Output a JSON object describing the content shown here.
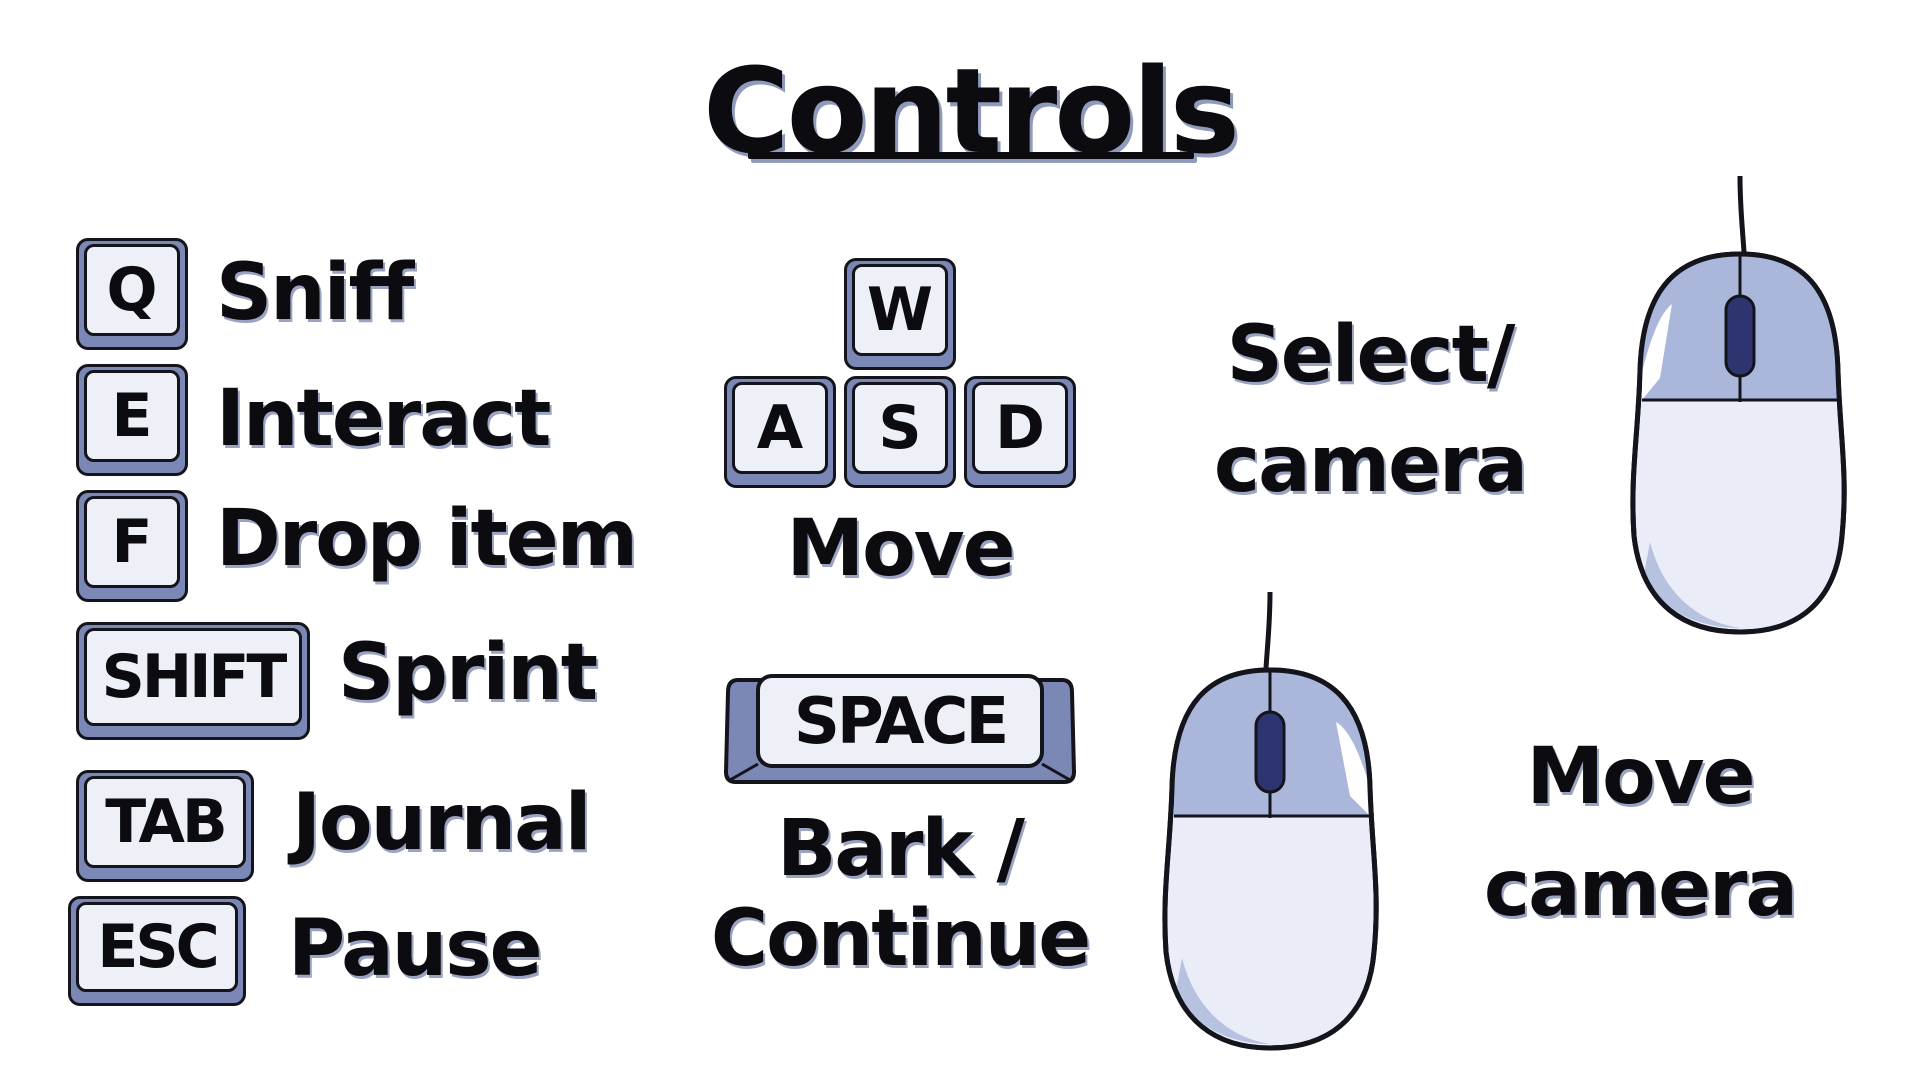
{
  "title": "Controls",
  "keyboard_bindings": [
    {
      "key": "Q",
      "action": "Sniff"
    },
    {
      "key": "E",
      "action": "Interact"
    },
    {
      "key": "F",
      "action": "Drop item"
    },
    {
      "key": "SHIFT",
      "action": "Sprint"
    },
    {
      "key": "TAB",
      "action": "Journal"
    },
    {
      "key": "ESC",
      "action": "Pause"
    }
  ],
  "movement": {
    "keys": [
      "W",
      "A",
      "S",
      "D"
    ],
    "action": "Move"
  },
  "space": {
    "key": "SPACE",
    "action_line1": "Bark /",
    "action_line2": "Continue"
  },
  "mouse_left_click": {
    "icon": "mouse-left-click-icon",
    "action_line1": "Select/",
    "action_line2": "camera"
  },
  "mouse_right_click": {
    "icon": "mouse-right-click-icon",
    "action_line1": "Move",
    "action_line2": "camera"
  },
  "colors": {
    "key_face": "#eef0f8",
    "key_side": "#7b87b4",
    "mouse_highlight": "#aab7db",
    "mouse_body": "#eaedf7",
    "outline": "#14141c",
    "text_shadow": "#9aa3c2"
  }
}
